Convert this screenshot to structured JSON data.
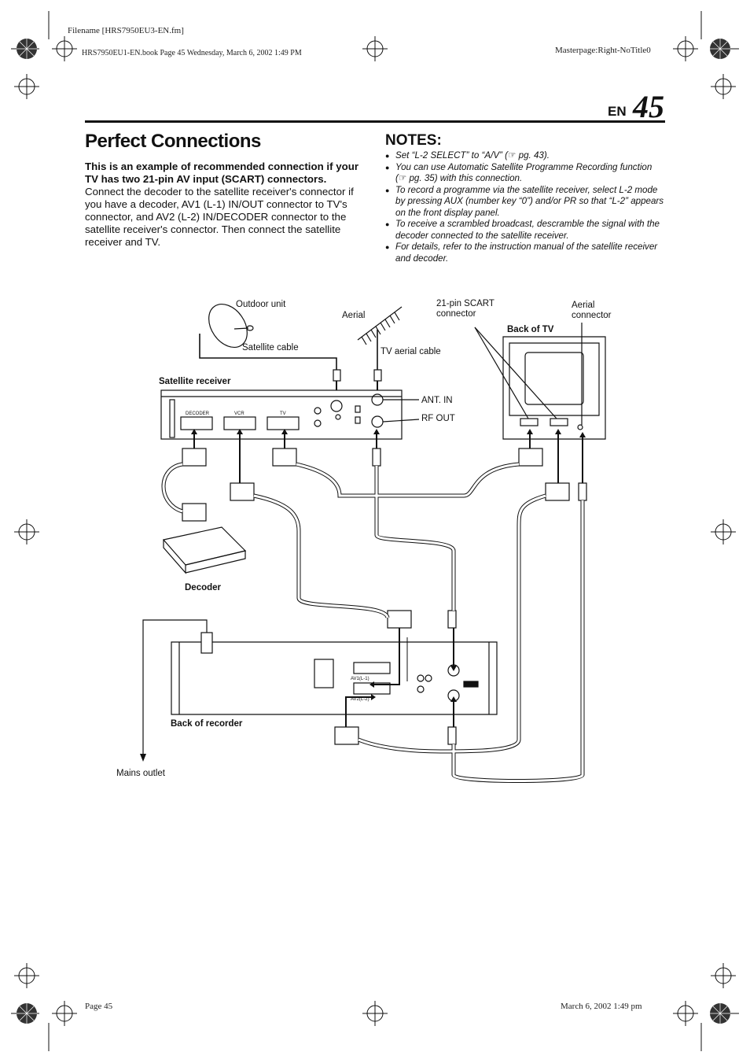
{
  "header": {
    "filename": "Filename [HRS7950EU3-EN.fm]",
    "bookinfo": "HRS7950EU1-EN.book  Page 45  Wednesday, March 6, 2002  1:49 PM",
    "masterpage": "Masterpage:Right-NoTitle0"
  },
  "page": {
    "lang": "EN",
    "number": "45"
  },
  "section": {
    "title": "Perfect Connections",
    "intro_bold": "This is an example of recommended connection if your TV has two 21-pin AV input (SCART) connectors.",
    "intro_text": "Connect the decoder to the satellite receiver's connector if you have a decoder, AV1 (L-1) IN/OUT connector to TV's connector, and AV2 (L-2) IN/DECODER connector to the satellite receiver's connector. Then connect the satellite receiver and TV."
  },
  "notes": {
    "heading": "NOTES:",
    "items": [
      "Set “L-2 SELECT” to “A/V” (☞ pg. 43).",
      "You can use Automatic Satellite Programme Recording function (☞ pg. 35) with this connection.",
      "To record a programme via the satellite receiver, select L-2 mode by pressing AUX (number key “0”) and/or PR so that “L-2” appears on the front display panel.",
      "To receive a scrambled broadcast, descramble the signal with the decoder connected to the satellite receiver.",
      "For details, refer to the instruction manual of the satellite receiver and decoder."
    ]
  },
  "diagram": {
    "labels": {
      "outdoor_unit": "Outdoor unit",
      "satellite_cable": "Satellite cable",
      "aerial": "Aerial",
      "tv_aerial_cable": "TV aerial cable",
      "scart_connector": "21-pin SCART connector",
      "aerial_connector": "Aerial connector",
      "back_of_tv": "Back of TV",
      "satellite_receiver": "Satellite receiver",
      "ant_in": "ANT. IN",
      "rf_out": "RF OUT",
      "decoder": "Decoder",
      "back_of_recorder": "Back of recorder",
      "mains_outlet": "Mains outlet"
    },
    "receiver_ports": [
      "DECODER",
      "VCR",
      "TV"
    ],
    "recorder_ports": [
      "AV1(L-1)",
      "AV2(L-2)"
    ]
  },
  "footer": {
    "page_label": "Page 45",
    "date": "March 6, 2002 1:49 pm"
  }
}
